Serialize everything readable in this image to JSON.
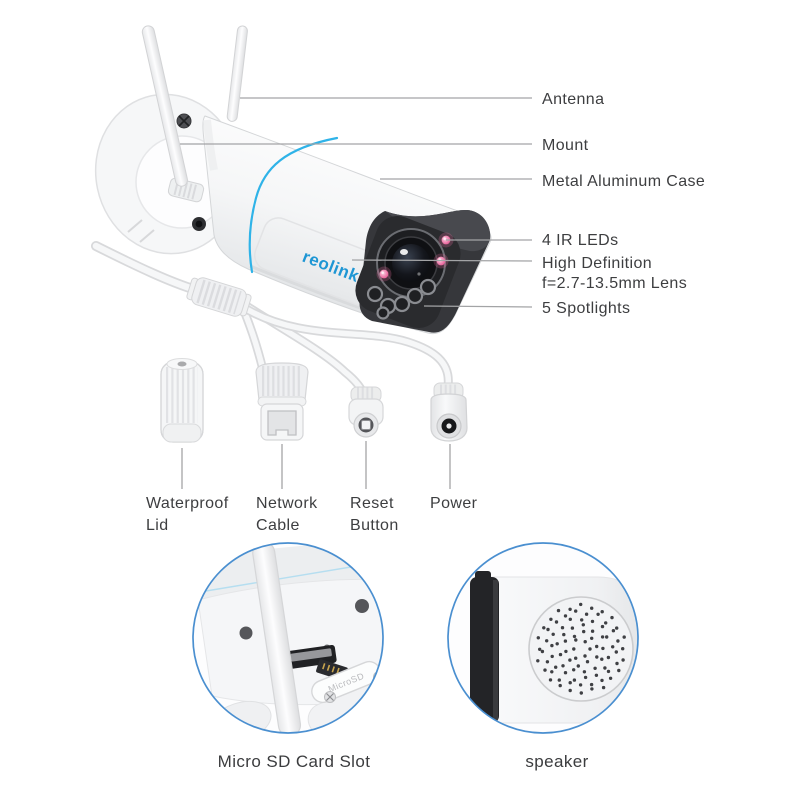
{
  "brand": {
    "logo_text": "reolink",
    "logo_color": "#1e96d4"
  },
  "colors": {
    "background": "#ffffff",
    "accent_line_blue": "#2fb3e8",
    "inset_circle_blue": "#4a8fd0",
    "ir_led_pink": "#e2578f",
    "label_text": "#3d3e40",
    "leader_line_gray": "#a3a4a6"
  },
  "camera_callouts": [
    {
      "id": "antenna",
      "line1": "Antenna"
    },
    {
      "id": "mount",
      "line1": "Mount"
    },
    {
      "id": "case",
      "line1": "Metal Aluminum Case"
    },
    {
      "id": "ir_leds",
      "line1": "4 IR LEDs"
    },
    {
      "id": "lens",
      "line1": "High Definition",
      "line2": "f=2.7-13.5mm Lens"
    },
    {
      "id": "spotlights",
      "line1": "5 Spotlights"
    }
  ],
  "connector_callouts": [
    {
      "id": "waterproof_lid",
      "line1": "Waterproof",
      "line2": "Lid"
    },
    {
      "id": "network_cable",
      "line1": "Network",
      "line2": "Cable"
    },
    {
      "id": "reset_button",
      "line1": "Reset",
      "line2": "Button"
    },
    {
      "id": "power",
      "line1": "Power",
      "line2": ""
    }
  ],
  "insets": {
    "micro_sd": {
      "caption": "Micro SD Card Slot",
      "plate_engraving": "MicroSD"
    },
    "speaker": {
      "caption": "speaker"
    }
  }
}
